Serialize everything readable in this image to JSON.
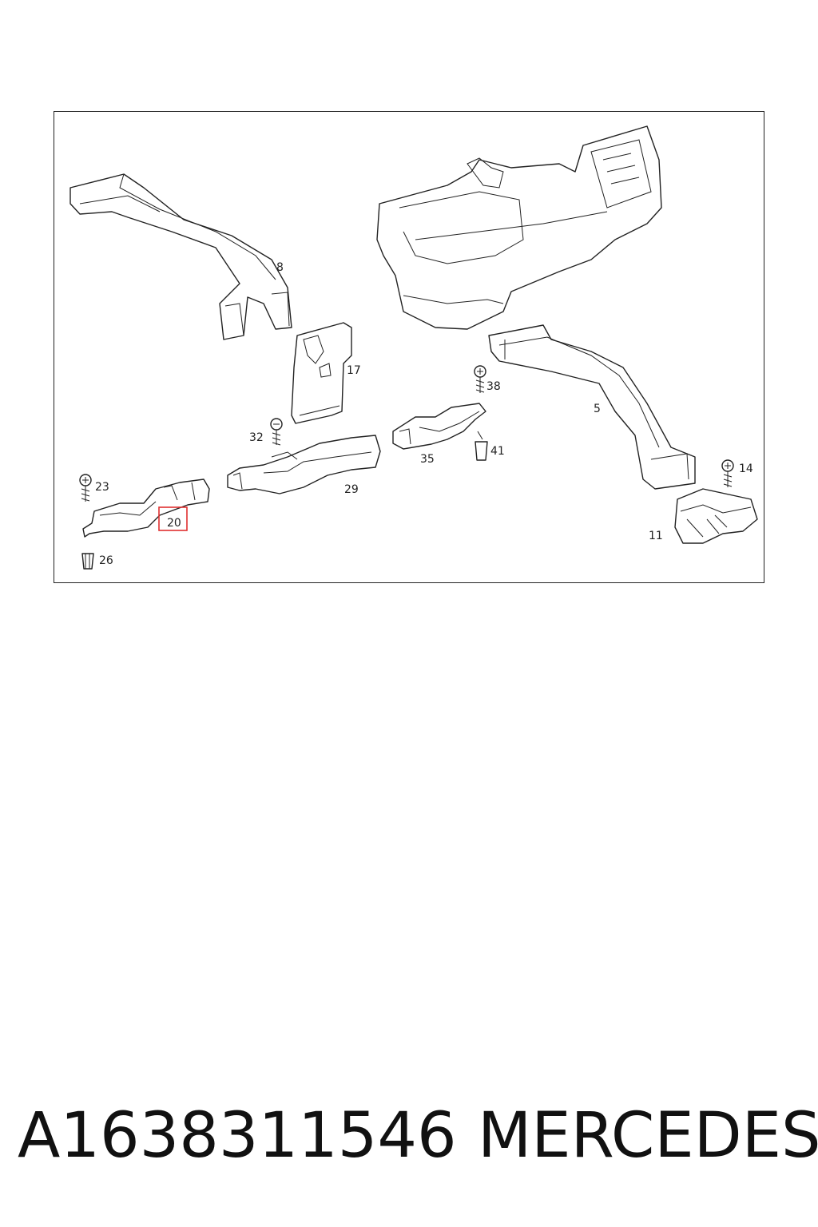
{
  "callouts": {
    "c8": "8",
    "c17": "17",
    "c38": "38",
    "c5": "5",
    "c32": "32",
    "c35": "35",
    "c41": "41",
    "c14": "14",
    "c23": "23",
    "c29": "29",
    "c20": "20",
    "c11": "11",
    "c26": "26"
  },
  "highlighted_callout": "20",
  "highlight_color": "#e03030",
  "caption": {
    "part_number": "A1638311546",
    "brand": "MERCEDES"
  }
}
